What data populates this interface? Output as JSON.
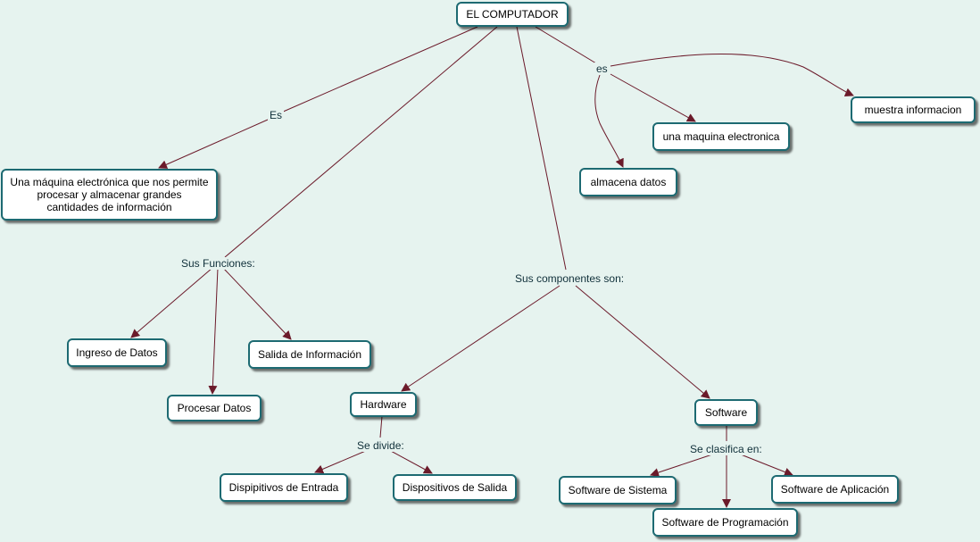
{
  "concepts": {
    "root": "EL COMPUTADOR",
    "definition": "Una máquina electrónica que nos permite procesar y almacenar grandes cantidades de información",
    "muestra": "muestra informacion",
    "maquina": "una maquina electronica",
    "almacena": "almacena datos",
    "ingreso": "Ingreso de Datos",
    "salida": "Salida de Información",
    "procesar": "Procesar Datos",
    "hardware": "Hardware",
    "software": "Software",
    "disp_entrada": "Dispipitivos de Entrada",
    "disp_salida": "Dispositivos de Salida",
    "sw_sistema": "Software de Sistema",
    "sw_aplicacion": "Software de Aplicación",
    "sw_programacion": "Software de Programación"
  },
  "links": {
    "es_mayus": "Es",
    "es_minus": "es",
    "funciones": "Sus Funciones:",
    "componentes": "Sus componentes son:",
    "divide": "Se divide:",
    "clasifica": "Se clasifica en:"
  },
  "colors": {
    "background": "#e6f3ef",
    "node_border": "#1d6a72",
    "connector": "#6b1a2a"
  }
}
